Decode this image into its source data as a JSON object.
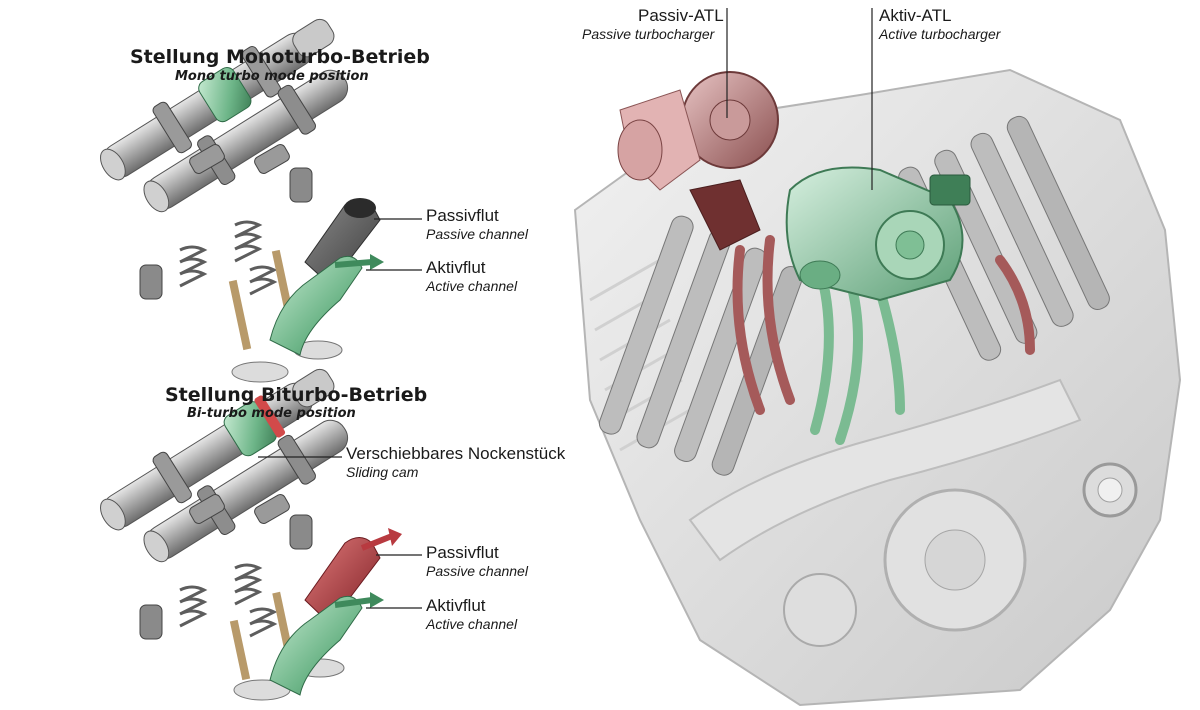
{
  "sections": {
    "mono": {
      "title": "Stellung Monoturbo-Betrieb",
      "subtitle": "Mono turbo mode position"
    },
    "bi": {
      "title": "Stellung Biturbo-Betrieb",
      "subtitle": "Bi-turbo mode position"
    }
  },
  "labels": {
    "mono_passive_de": "Passivflut",
    "mono_passive_en": "Passive channel",
    "mono_active_de": "Aktivflut",
    "mono_active_en": "Active channel",
    "sliding_cam_de": "Verschiebbares Nockenstück",
    "sliding_cam_en": "Sliding cam",
    "bi_passive_de": "Passivflut",
    "bi_passive_en": "Passive channel",
    "bi_active_de": "Aktivflut",
    "bi_active_en": "Active channel",
    "passive_atl_de": "Passiv-ATL",
    "passive_atl_en": "Passive turbocharger",
    "active_atl_de": "Aktiv-ATL",
    "active_atl_en": "Active turbocharger"
  },
  "colors": {
    "active": "#4e9a6a",
    "passive_active_flow": "#a8343a",
    "passive_inactive": "#5a5a5a",
    "turbo_passive": "#b07a7a",
    "turbo_active": "#8fc4a2",
    "metal": "#b8b8b8"
  }
}
